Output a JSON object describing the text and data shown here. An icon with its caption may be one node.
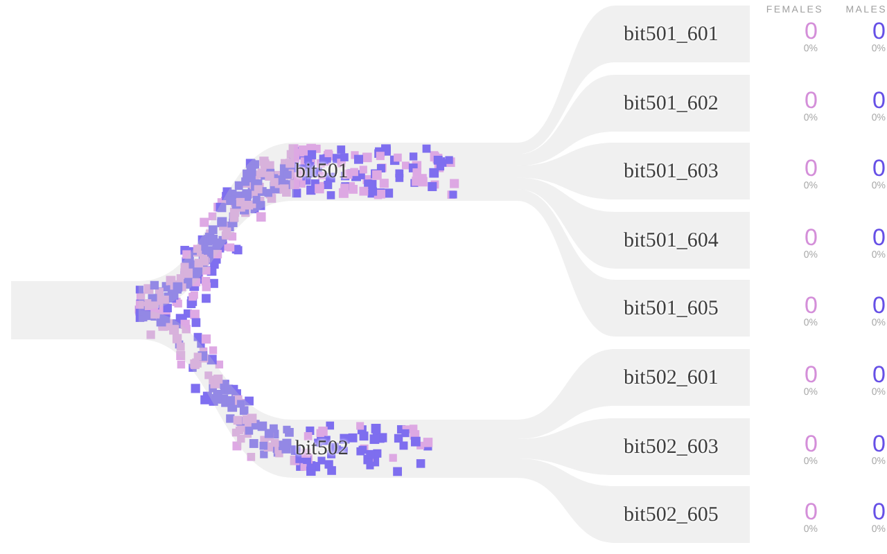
{
  "diagram": {
    "nodes": [
      {
        "text": [],
        "shape": "bar"
      },
      {
        "text": [
          "bit501"
        ]
      },
      {
        "text": [
          "bit502"
        ]
      },
      {
        "text": [
          "bit501_601"
        ],
        "beside": [
          "0",
          "0%",
          "0",
          "0%"
        ]
      },
      {
        "text": [
          "bit501_602"
        ],
        "beside": [
          "0",
          "0%",
          "0",
          "0%"
        ]
      },
      {
        "text": [
          "bit501_603"
        ],
        "beside": [
          "0",
          "0%",
          "0",
          "0%"
        ]
      },
      {
        "text": [
          "bit501_604"
        ],
        "beside": [
          "0",
          "0%",
          "0",
          "0%"
        ]
      },
      {
        "text": [
          "bit501_605"
        ],
        "beside": [
          "0",
          "0%",
          "0",
          "0%"
        ]
      },
      {
        "text": [
          "bit502_601"
        ],
        "beside": [
          "0",
          "0%",
          "0",
          "0%"
        ]
      },
      {
        "text": [
          "bit502_603"
        ],
        "beside": [
          "0",
          "0%",
          "0",
          "0%"
        ]
      },
      {
        "text": [
          "bit502_605"
        ],
        "beside": [
          "0",
          "0%",
          "0",
          "0%"
        ]
      }
    ],
    "edges": [
      {
        "from": 0,
        "to": 1,
        "arrow": "none"
      },
      {
        "from": 0,
        "to": 2,
        "arrow": "none"
      },
      {
        "from": 1,
        "to": 3,
        "arrow": "none"
      },
      {
        "from": 1,
        "to": 4,
        "arrow": "none"
      },
      {
        "from": 1,
        "to": 5,
        "arrow": "none"
      },
      {
        "from": 1,
        "to": 6,
        "arrow": "none"
      },
      {
        "from": 1,
        "to": 7,
        "arrow": "none"
      },
      {
        "from": 2,
        "to": 8,
        "arrow": "none"
      },
      {
        "from": 2,
        "to": 9,
        "arrow": "none"
      },
      {
        "from": 2,
        "to": 10,
        "arrow": "none"
      }
    ],
    "labels": [
      "FEMALES",
      "MALES"
    ]
  }
}
